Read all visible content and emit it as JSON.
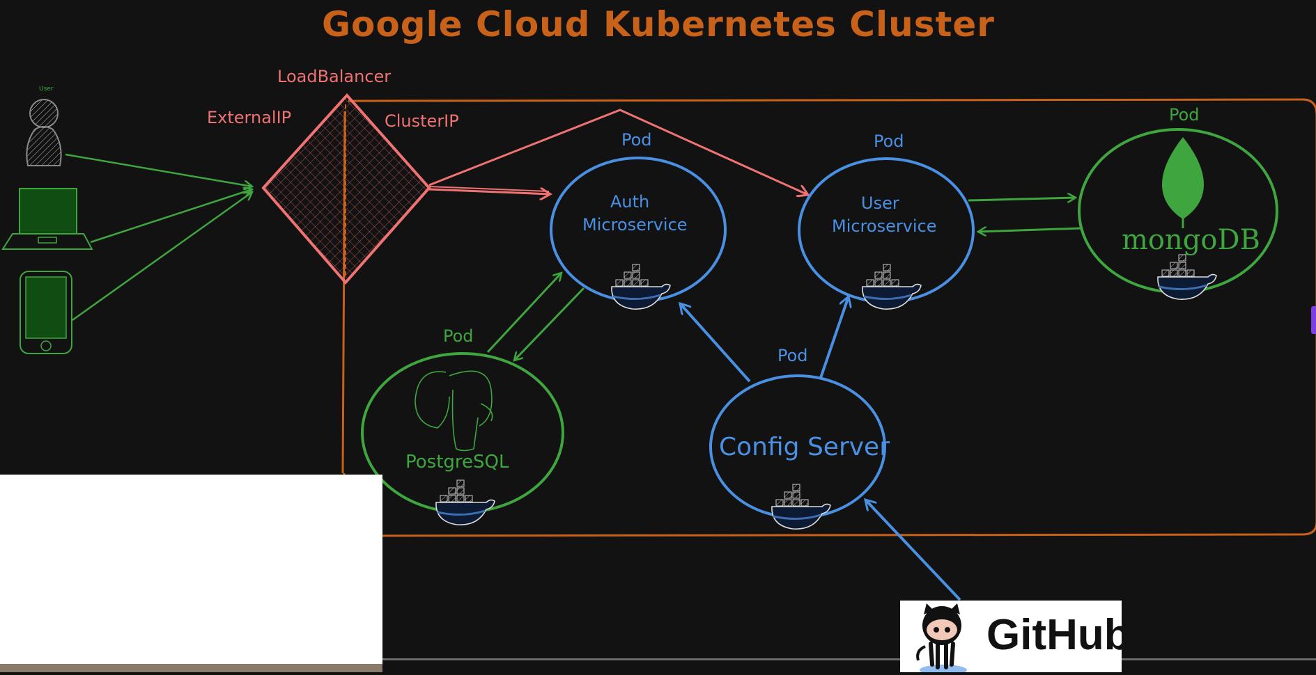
{
  "title": "Google Cloud Kubernetes Cluster",
  "loadbalancer": {
    "label": "LoadBalancer",
    "external_ip": "ExternalIP",
    "cluster_ip": "ClusterIP"
  },
  "clients": {
    "user_label": "User"
  },
  "pods": {
    "auth": {
      "pod_label": "Pod",
      "line1": "Auth",
      "line2": "Microservice"
    },
    "user": {
      "pod_label": "Pod",
      "line1": "User",
      "line2": "Microservice"
    },
    "mongo": {
      "pod_label": "Pod",
      "name": "mongoDB"
    },
    "postgres": {
      "pod_label": "Pod",
      "name": "PostgreSQL"
    },
    "config": {
      "pod_label": "Pod",
      "name": "Config Server"
    }
  },
  "github": {
    "label": "GitHub"
  },
  "colors": {
    "orange": "#c8621a",
    "red": "#f07373",
    "blue": "#4a90e2",
    "green": "#3fa63f",
    "background": "#121212"
  }
}
